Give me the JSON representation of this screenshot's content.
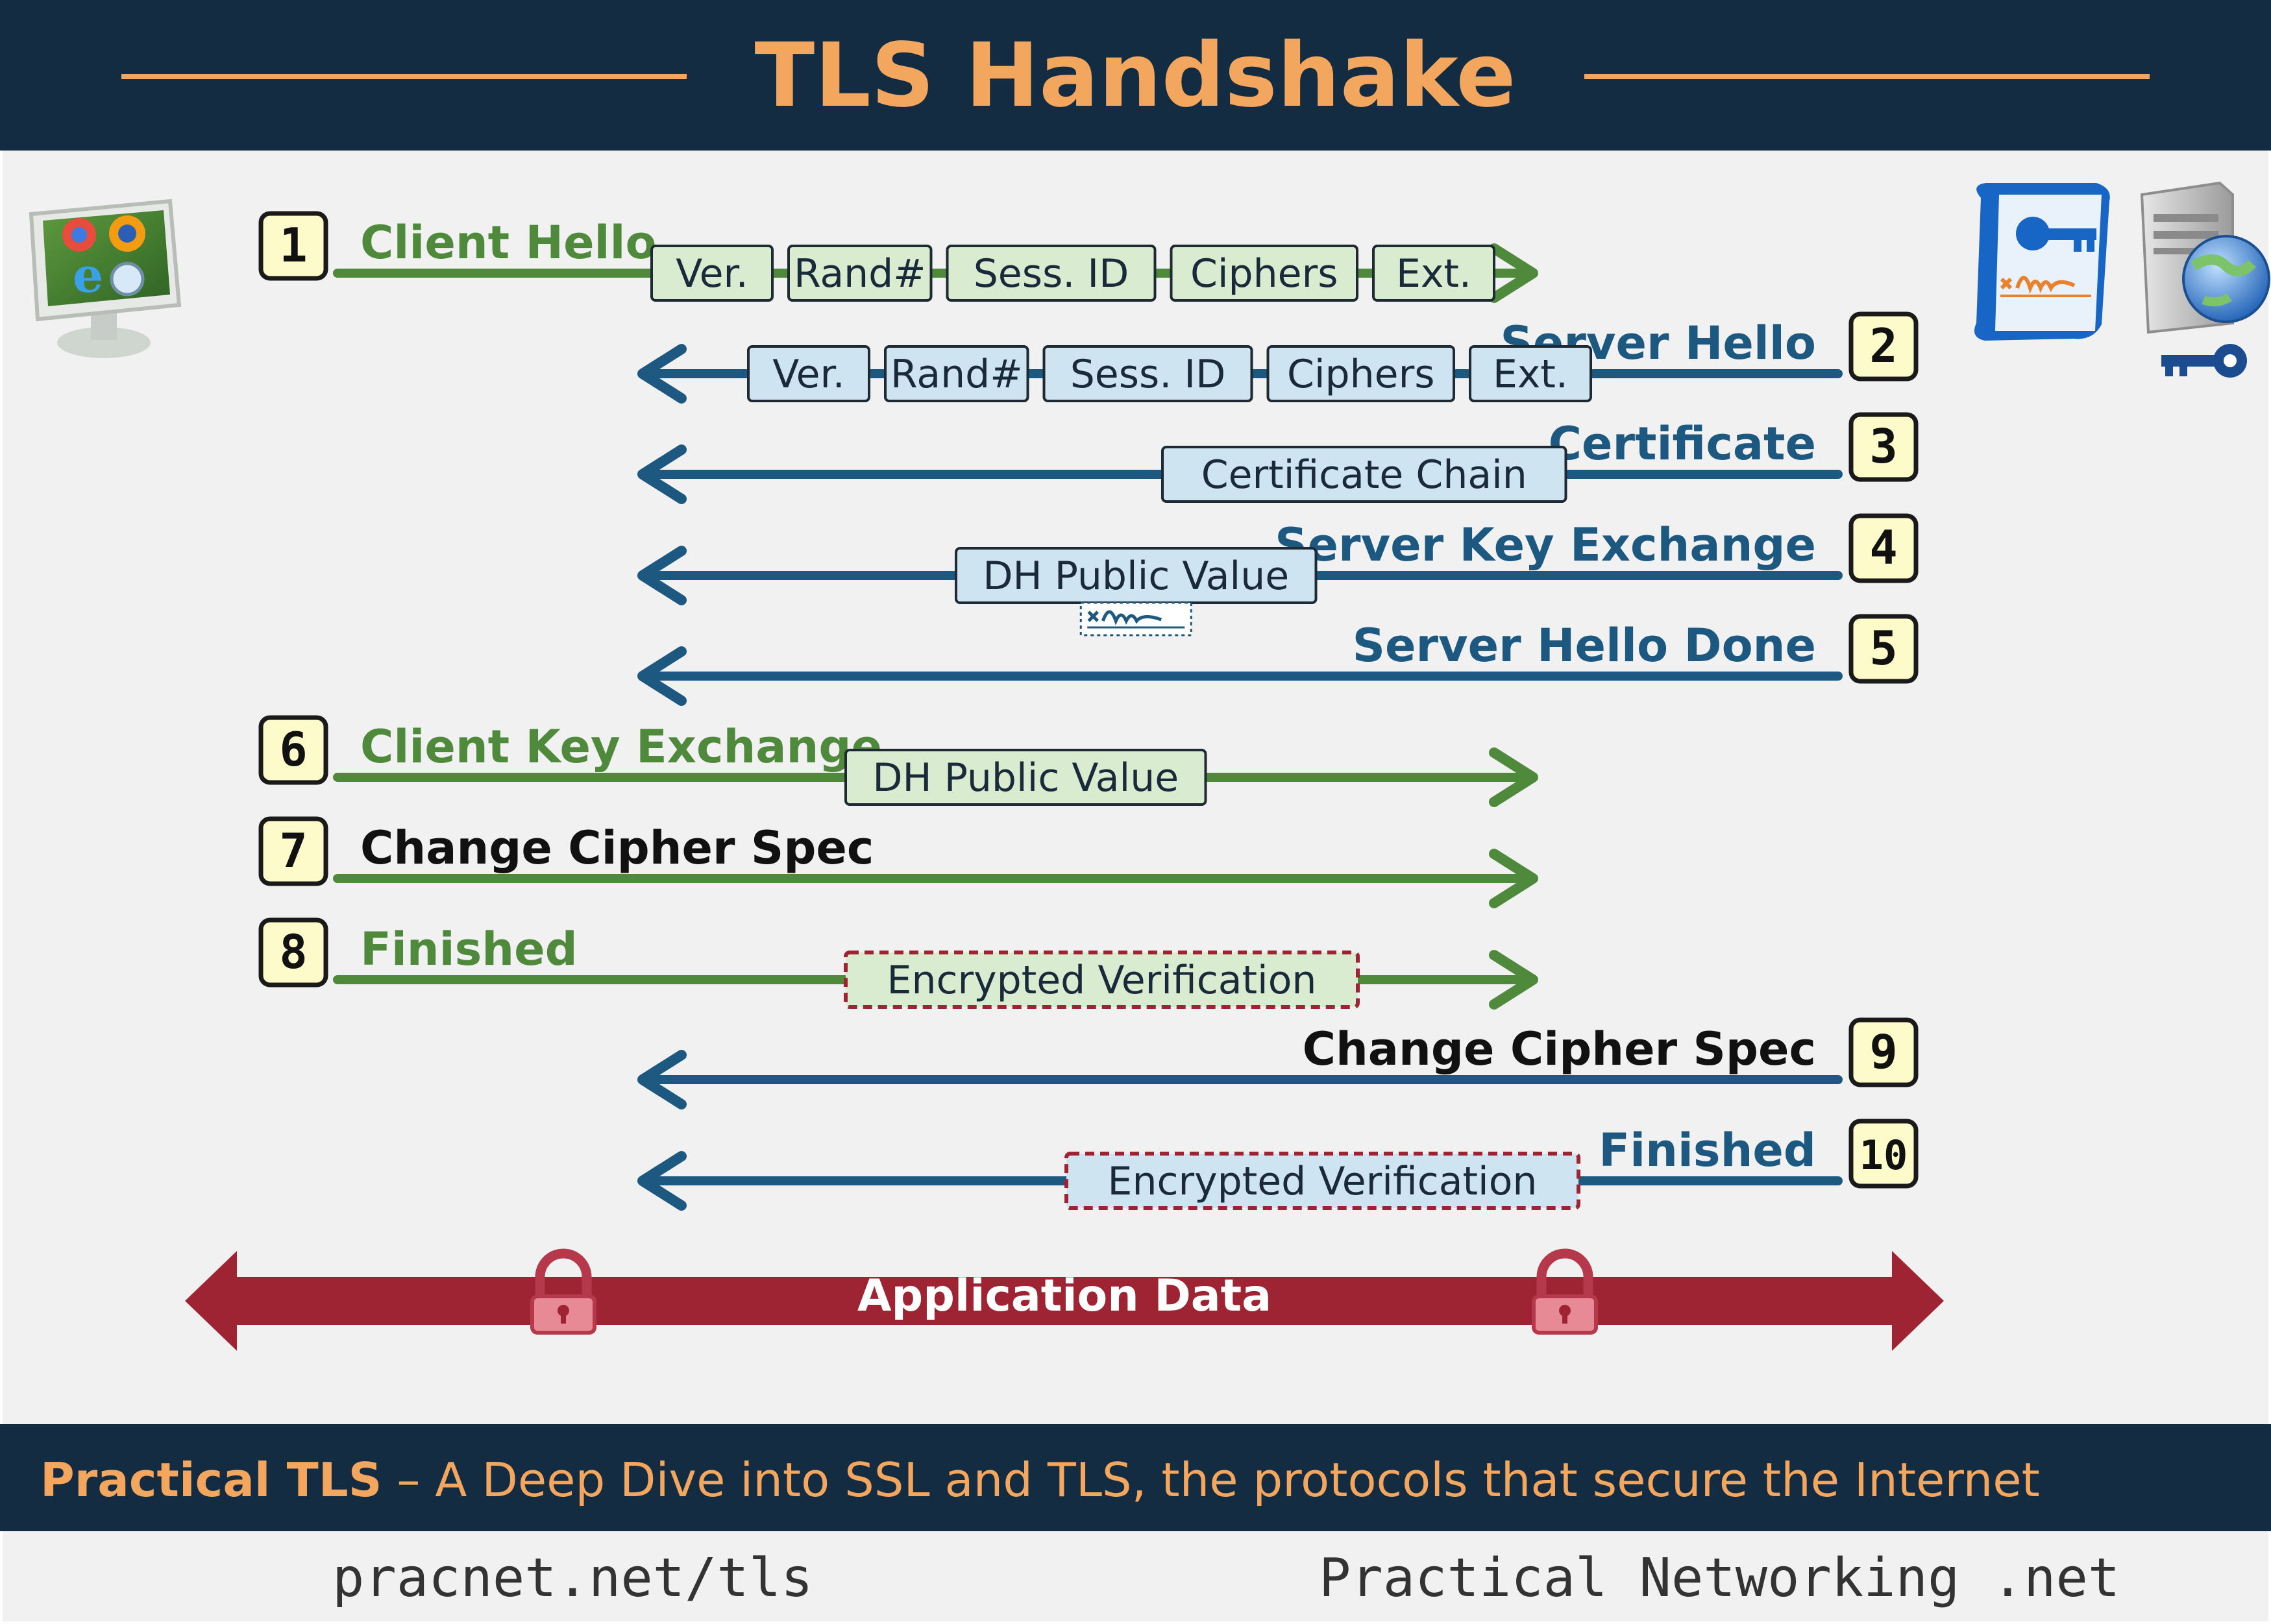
{
  "title": "TLS Handshake",
  "colors": {
    "navy": "#142c41",
    "orange": "#f3a65e",
    "green": "#4f8a3c",
    "blue": "#1c587f",
    "crimson": "#9e2433",
    "green_box": "#d9ecd0",
    "blue_box": "#cfe4f1",
    "badge": "#fdfbc9"
  },
  "icons": {
    "client": "browser-monitor-icon",
    "certificate": "certificate-scroll-icon",
    "server": "server-globe-icon",
    "key": "key-icon",
    "lock": "padlock-icon",
    "signature": "signature-icon"
  },
  "steps": [
    {
      "num": "1",
      "label": "Client Hello",
      "dir": "right",
      "boxes": [
        "Ver.",
        "Rand#",
        "Sess. ID",
        "Ciphers",
        "Ext."
      ]
    },
    {
      "num": "2",
      "label": "Server Hello",
      "dir": "left",
      "boxes": [
        "Ver.",
        "Rand#",
        "Sess. ID",
        "Ciphers",
        "Ext."
      ]
    },
    {
      "num": "3",
      "label": "Certificate",
      "dir": "left",
      "boxes": [
        "Certificate Chain"
      ]
    },
    {
      "num": "4",
      "label": "Server Key Exchange",
      "dir": "left",
      "boxes": [
        "DH Public Value"
      ],
      "signed": true
    },
    {
      "num": "5",
      "label": "Server Hello Done",
      "dir": "left",
      "boxes": []
    },
    {
      "num": "6",
      "label": "Client Key Exchange",
      "dir": "right",
      "boxes": [
        "DH Public Value"
      ]
    },
    {
      "num": "7",
      "label": "Change Cipher Spec",
      "dir": "right",
      "boxes": [],
      "dark": true
    },
    {
      "num": "8",
      "label": "Finished",
      "dir": "right",
      "boxes": [
        "Encrypted Verification"
      ],
      "encrypted": true
    },
    {
      "num": "9",
      "label": "Change Cipher Spec",
      "dir": "left",
      "boxes": [],
      "dark": true
    },
    {
      "num": "10",
      "label": "Finished",
      "dir": "left",
      "boxes": [
        "Encrypted Verification"
      ],
      "encrypted": true
    }
  ],
  "app_data": {
    "label": "Application Data"
  },
  "banner": {
    "brand": "Practical TLS",
    "dash": " – ",
    "tagline": "A Deep Dive into SSL and TLS, the protocols that secure the Internet"
  },
  "footer": {
    "left": "pracnet.net/tls",
    "right": "Practical Networking .net"
  }
}
